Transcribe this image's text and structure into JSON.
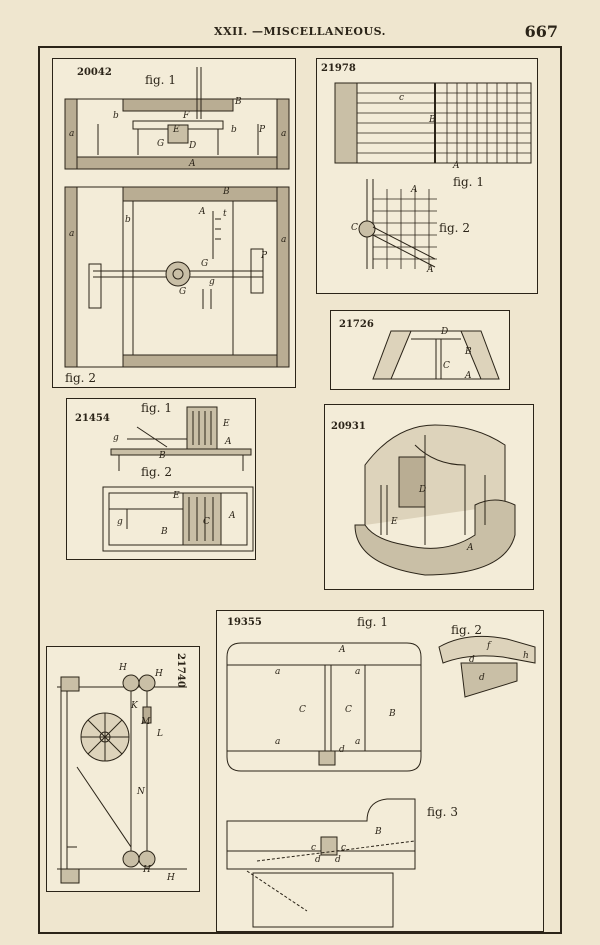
{
  "header": {
    "title": "XXII. —MISCELLANEOUS.",
    "page_number": "667"
  },
  "panels": {
    "p20042": {
      "number": "20042",
      "fig1": "fig. 1",
      "fig2": "fig. 2",
      "letters": {
        "B1": "B",
        "a1": "a",
        "b1": "b",
        "F": "F",
        "E": "E",
        "G1": "G",
        "D": "D",
        "b2": "b",
        "P": "P",
        "a2": "a",
        "A1": "A",
        "B2": "B",
        "a3": "a",
        "b3": "b",
        "A2": "A",
        "t": "t",
        "G2": "G",
        "G3": "G",
        "g": "g",
        "P2": "P",
        "a4": "a"
      }
    },
    "p21978": {
      "number": "21978",
      "fig1": "fig. 1",
      "fig2": "fig. 2",
      "letters": {
        "c": "c",
        "B": "B",
        "A1": "A",
        "A2": "A",
        "C": "C",
        "A3": "A"
      }
    },
    "p21726": {
      "number": "21726",
      "letters": {
        "D": "D",
        "B": "B",
        "C": "C",
        "A": "A"
      }
    },
    "p21454": {
      "number": "21454",
      "fig1": "fig. 1",
      "fig2": "fig. 2",
      "letters": {
        "E1": "E",
        "g": "g",
        "A1": "A",
        "B1": "B",
        "E2": "E",
        "A2": "A",
        "C": "C",
        "B2": "B",
        "g2": "g"
      }
    },
    "p20931": {
      "number": "20931",
      "letters": {
        "D": "D",
        "E": "E",
        "A": "A"
      }
    },
    "p21740": {
      "number": "21740",
      "letters": {
        "H1": "H",
        "H2": "H",
        "K": "K",
        "M": "M",
        "L": "L",
        "N": "N",
        "H3": "H",
        "H4": "H"
      }
    },
    "p19355": {
      "number": "19355",
      "fig1": "fig. 1",
      "fig2": "fig. 2",
      "fig3": "fig. 3",
      "letters": {
        "A": "A",
        "a1": "a",
        "a2": "a",
        "C1": "C",
        "C2": "C",
        "B1": "B",
        "a3": "a",
        "a4": "a",
        "d1": "d",
        "f": "f",
        "d2": "d",
        "h": "h",
        "d3": "d",
        "B2": "B",
        "c1": "c",
        "c2": "c",
        "d4": "d",
        "d5": "d"
      }
    }
  }
}
